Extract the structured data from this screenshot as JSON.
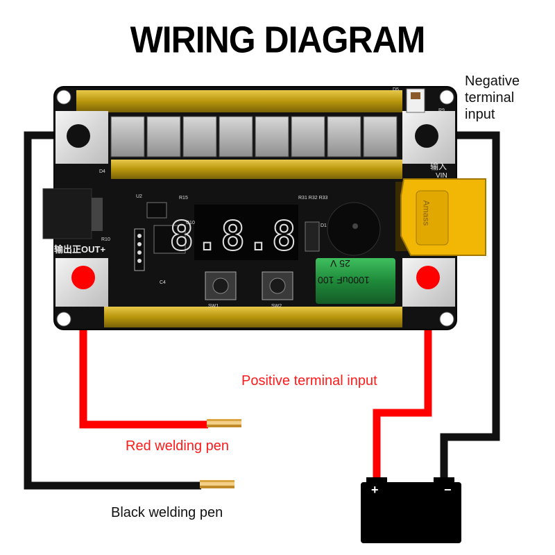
{
  "title": "WIRING DIAGRAM",
  "labels": {
    "negative_input": [
      "Negative",
      "terminal",
      "input"
    ],
    "positive_input": "Positive terminal input",
    "red_pen": "Red welding pen",
    "black_pen": "Black welding pen"
  },
  "board": {
    "display": "8.8.8.",
    "sw1": "SW1",
    "sw2": "SW2",
    "out_plus": "输出正OUT+",
    "vin": "输入",
    "vin2": "VIN",
    "cap_lines": [
      "25 V",
      "1000uF 100"
    ],
    "xt60": "Amass",
    "r_labels": [
      "R31 R32 R33"
    ],
    "r15": "R15",
    "u2": "U2",
    "c10": "C10",
    "d1": "D1",
    "d4": "D4",
    "c4": "C4",
    "r10": "R10",
    "r9": "R9",
    "d5": "D5"
  },
  "battery": {
    "plus": "+",
    "minus": "−"
  },
  "colors": {
    "red_wire": "#ff0000",
    "black_wire": "#111111",
    "gold_bar": "#b8960c",
    "capacitor": "#1f8a3a",
    "xt60": "#f2b705"
  }
}
